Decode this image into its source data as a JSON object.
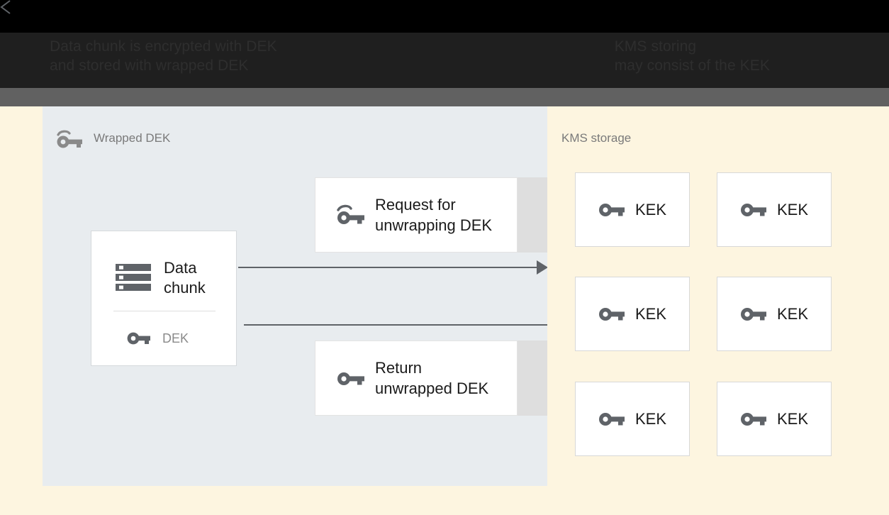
{
  "header": {
    "left_caption": "Data chunk is encrypted with DEK\nand stored with wrapped DEK",
    "right_caption": "KMS storing\nmay consist of the KEK",
    "bar_color": "#616161",
    "background_color": "#1f1f1f"
  },
  "left_panel": {
    "title": "Wrapped DEK",
    "title_icon": "wrapped-key-icon",
    "background_color": "#E8ECEF",
    "data_card": {
      "icon": "storage-chunk-icon",
      "title": "Data\nchunk",
      "key_icon": "key-icon",
      "key_label": "DEK"
    },
    "messages": [
      {
        "icon": "wrapped-key-icon",
        "label": "Request for\nunwrapping DEK"
      },
      {
        "icon": "key-icon",
        "label": "Return\nunwrapped DEK"
      }
    ],
    "arrows": [
      {
        "name": "request-arrow",
        "direction": "right"
      },
      {
        "name": "response-arrow",
        "direction": "left"
      }
    ]
  },
  "right_panel": {
    "title": "KMS storage",
    "background_color": "#FDF5E0",
    "keys": [
      {
        "label": "KEK",
        "icon": "key-icon"
      },
      {
        "label": "KEK",
        "icon": "key-icon"
      },
      {
        "label": "KEK",
        "icon": "key-icon"
      },
      {
        "label": "KEK",
        "icon": "key-icon"
      },
      {
        "label": "KEK",
        "icon": "key-icon"
      },
      {
        "label": "KEK",
        "icon": "key-icon"
      }
    ]
  },
  "colors": {
    "icon_gray": "#5F6368",
    "panel_blue_gray": "#E8ECEF",
    "panel_cream": "#FDF5E0",
    "card_white": "#FFFFFF",
    "shadow_gray": "#DEDEDE"
  }
}
